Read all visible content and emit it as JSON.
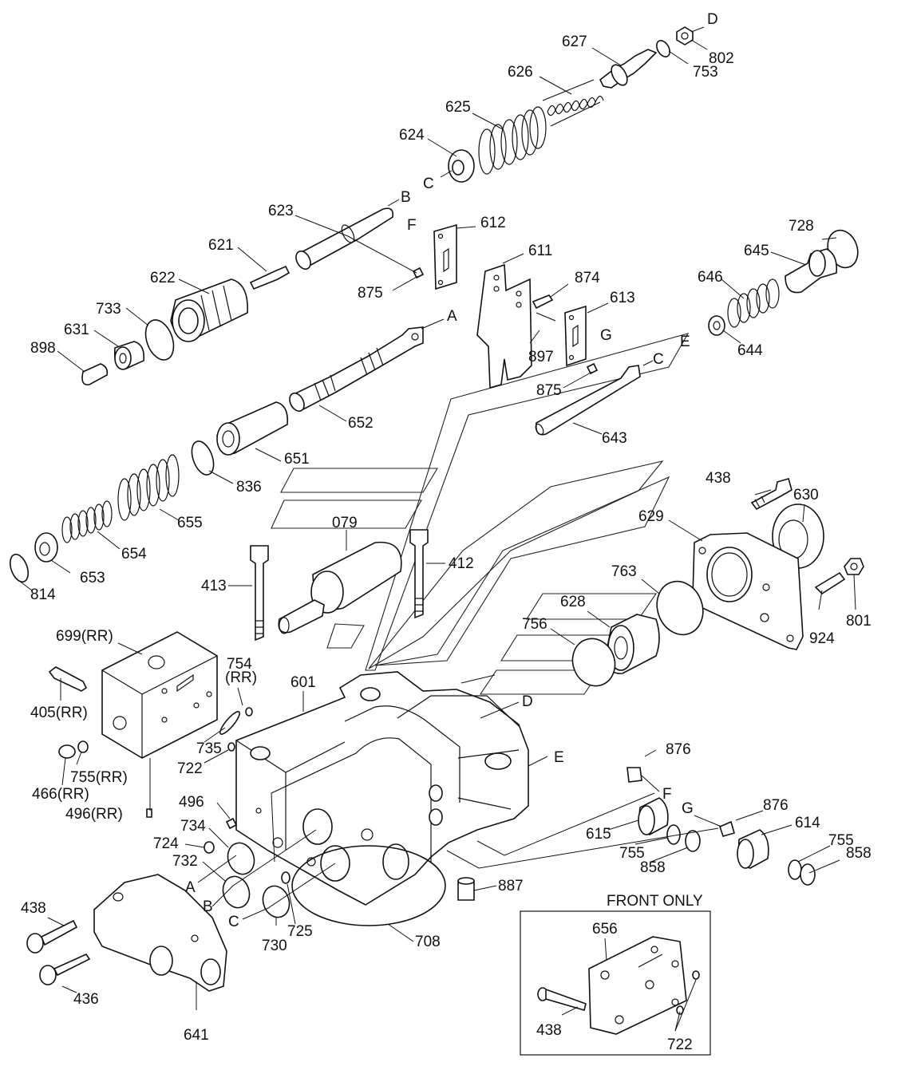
{
  "labels": {
    "l627": "627",
    "lD1": "D",
    "l802": "802",
    "l753": "753",
    "l626": "626",
    "l625": "625",
    "l624": "624",
    "lC1": "C",
    "lB1": "B",
    "l623": "623",
    "l621": "621",
    "l622": "622",
    "lF1": "F",
    "l612": "612",
    "l611": "611",
    "l874": "874",
    "l613": "613",
    "lG1": "G",
    "l897": "897",
    "l875a": "875",
    "l875b": "875",
    "l733": "733",
    "l631": "631",
    "l898": "898",
    "lA1": "A",
    "l652": "652",
    "lC2": "C",
    "lE1": "E",
    "l643": "643",
    "l728": "728",
    "l645": "645",
    "l646": "646",
    "l644": "644",
    "l651": "651",
    "l836": "836",
    "l655": "655",
    "l654": "654",
    "l653": "653",
    "l814": "814",
    "l079": "079",
    "l412": "412",
    "l413": "413",
    "l438a": "438",
    "l630": "630",
    "l629": "629",
    "l763": "763",
    "l628": "628",
    "l756": "756",
    "l924": "924",
    "l801": "801",
    "l699": "699(RR)",
    "l754": "754",
    "l754rr": "(RR)",
    "l405": "405(RR)",
    "l601": "601",
    "lD2": "D",
    "l735": "735",
    "l722a": "722",
    "l755rr": "755(RR)",
    "l466": "466(RR)",
    "l496": "496",
    "l496rr": "496(RR)",
    "lE2": "E",
    "l876a": "876",
    "lF2": "F",
    "l734": "734",
    "l724": "724",
    "l732": "732",
    "lA2": "A",
    "lB2": "B",
    "lC3": "C",
    "l730": "730",
    "l725": "725",
    "l708": "708",
    "l887": "887",
    "l615": "615",
    "l755a": "755",
    "l858a": "858",
    "lG2": "G",
    "l876b": "876",
    "l614": "614",
    "l755b": "755",
    "l858b": "858",
    "l438b": "438",
    "l436": "436",
    "l641": "641",
    "front_only": "FRONT ONLY",
    "l656": "656",
    "l438c": "438",
    "l722b": "722"
  }
}
